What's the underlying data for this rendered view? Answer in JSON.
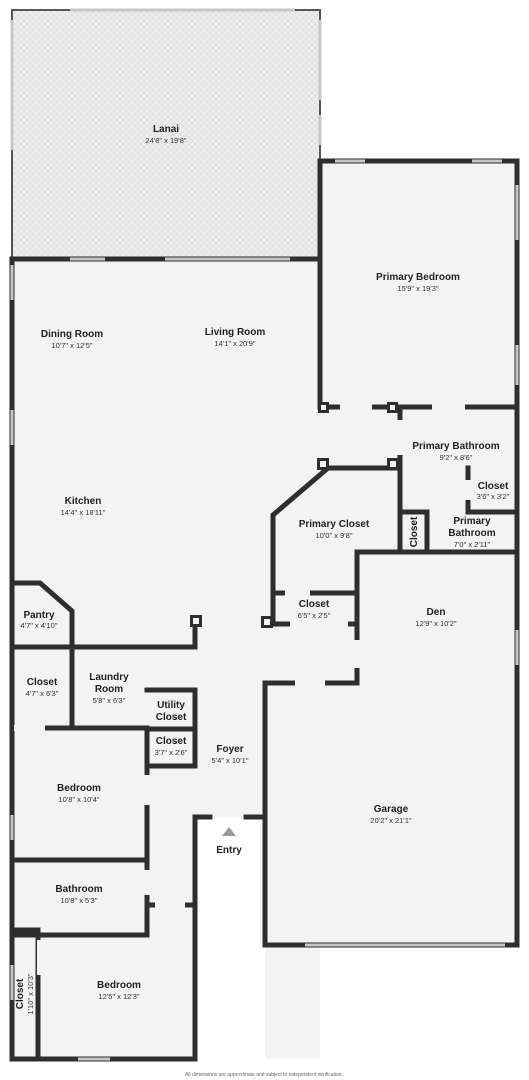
{
  "rooms": {
    "lanai": {
      "name": "Lanai",
      "dim": "24'8\" x 19'8\""
    },
    "primary_bedroom": {
      "name": "Primary Bedroom",
      "dim": "15'9\" x 19'3\""
    },
    "dining_room": {
      "name": "Dining Room",
      "dim": "10'7\" x 12'5\""
    },
    "living_room": {
      "name": "Living Room",
      "dim": "14'1\" x 20'9\""
    },
    "primary_bathroom_main": {
      "name": "Primary Bathroom",
      "dim": "9'2\" x 8'6\""
    },
    "closet_small_right": {
      "name": "Closet",
      "dim": "3'6\" x 3'2\""
    },
    "kitchen": {
      "name": "Kitchen",
      "dim": "14'4\" x 18'11\""
    },
    "primary_closet": {
      "name": "Primary Closet",
      "dim": "10'0\" x 9'8\""
    },
    "closet_vertical_tiny": {
      "name": "Closet"
    },
    "primary_bathroom_small": {
      "name_line1": "Primary",
      "name_line2": "Bathroom",
      "dim": "7'0\" x 2'11\""
    },
    "pantry": {
      "name": "Pantry",
      "dim": "4'7\" x 4'10\""
    },
    "closet_center": {
      "name": "Closet",
      "dim": "6'5\" x 2'5\""
    },
    "den": {
      "name": "Den",
      "dim": "12'9\" x 10'2\""
    },
    "closet_left": {
      "name": "Closet",
      "dim": "4'7\" x 6'3\""
    },
    "laundry": {
      "name_line1": "Laundry",
      "name_line2": "Room",
      "dim": "5'8\" x 6'3\""
    },
    "utility_closet": {
      "name_line1": "Utility",
      "name_line2": "Closet"
    },
    "closet_hall": {
      "name": "Closet",
      "dim": "3'7\" x 2'6\""
    },
    "foyer": {
      "name": "Foyer",
      "dim": "5'4\" x 10'1\""
    },
    "bedroom_1": {
      "name": "Bedroom",
      "dim": "10'8\" x 10'4\""
    },
    "garage": {
      "name": "Garage",
      "dim": "20'2\" x 21'1\""
    },
    "entry": {
      "name": "Entry"
    },
    "bathroom": {
      "name": "Bathroom",
      "dim": "10'8\" x 5'3\""
    },
    "bedroom_2": {
      "name": "Bedroom",
      "dim": "12'5\" x 12'3\""
    },
    "closet_bottom_left": {
      "name": "Closet",
      "dim": "1'10\" x 10'3\""
    }
  },
  "footer": {
    "note": "All dimensions are approximate and subject to independent verification."
  }
}
